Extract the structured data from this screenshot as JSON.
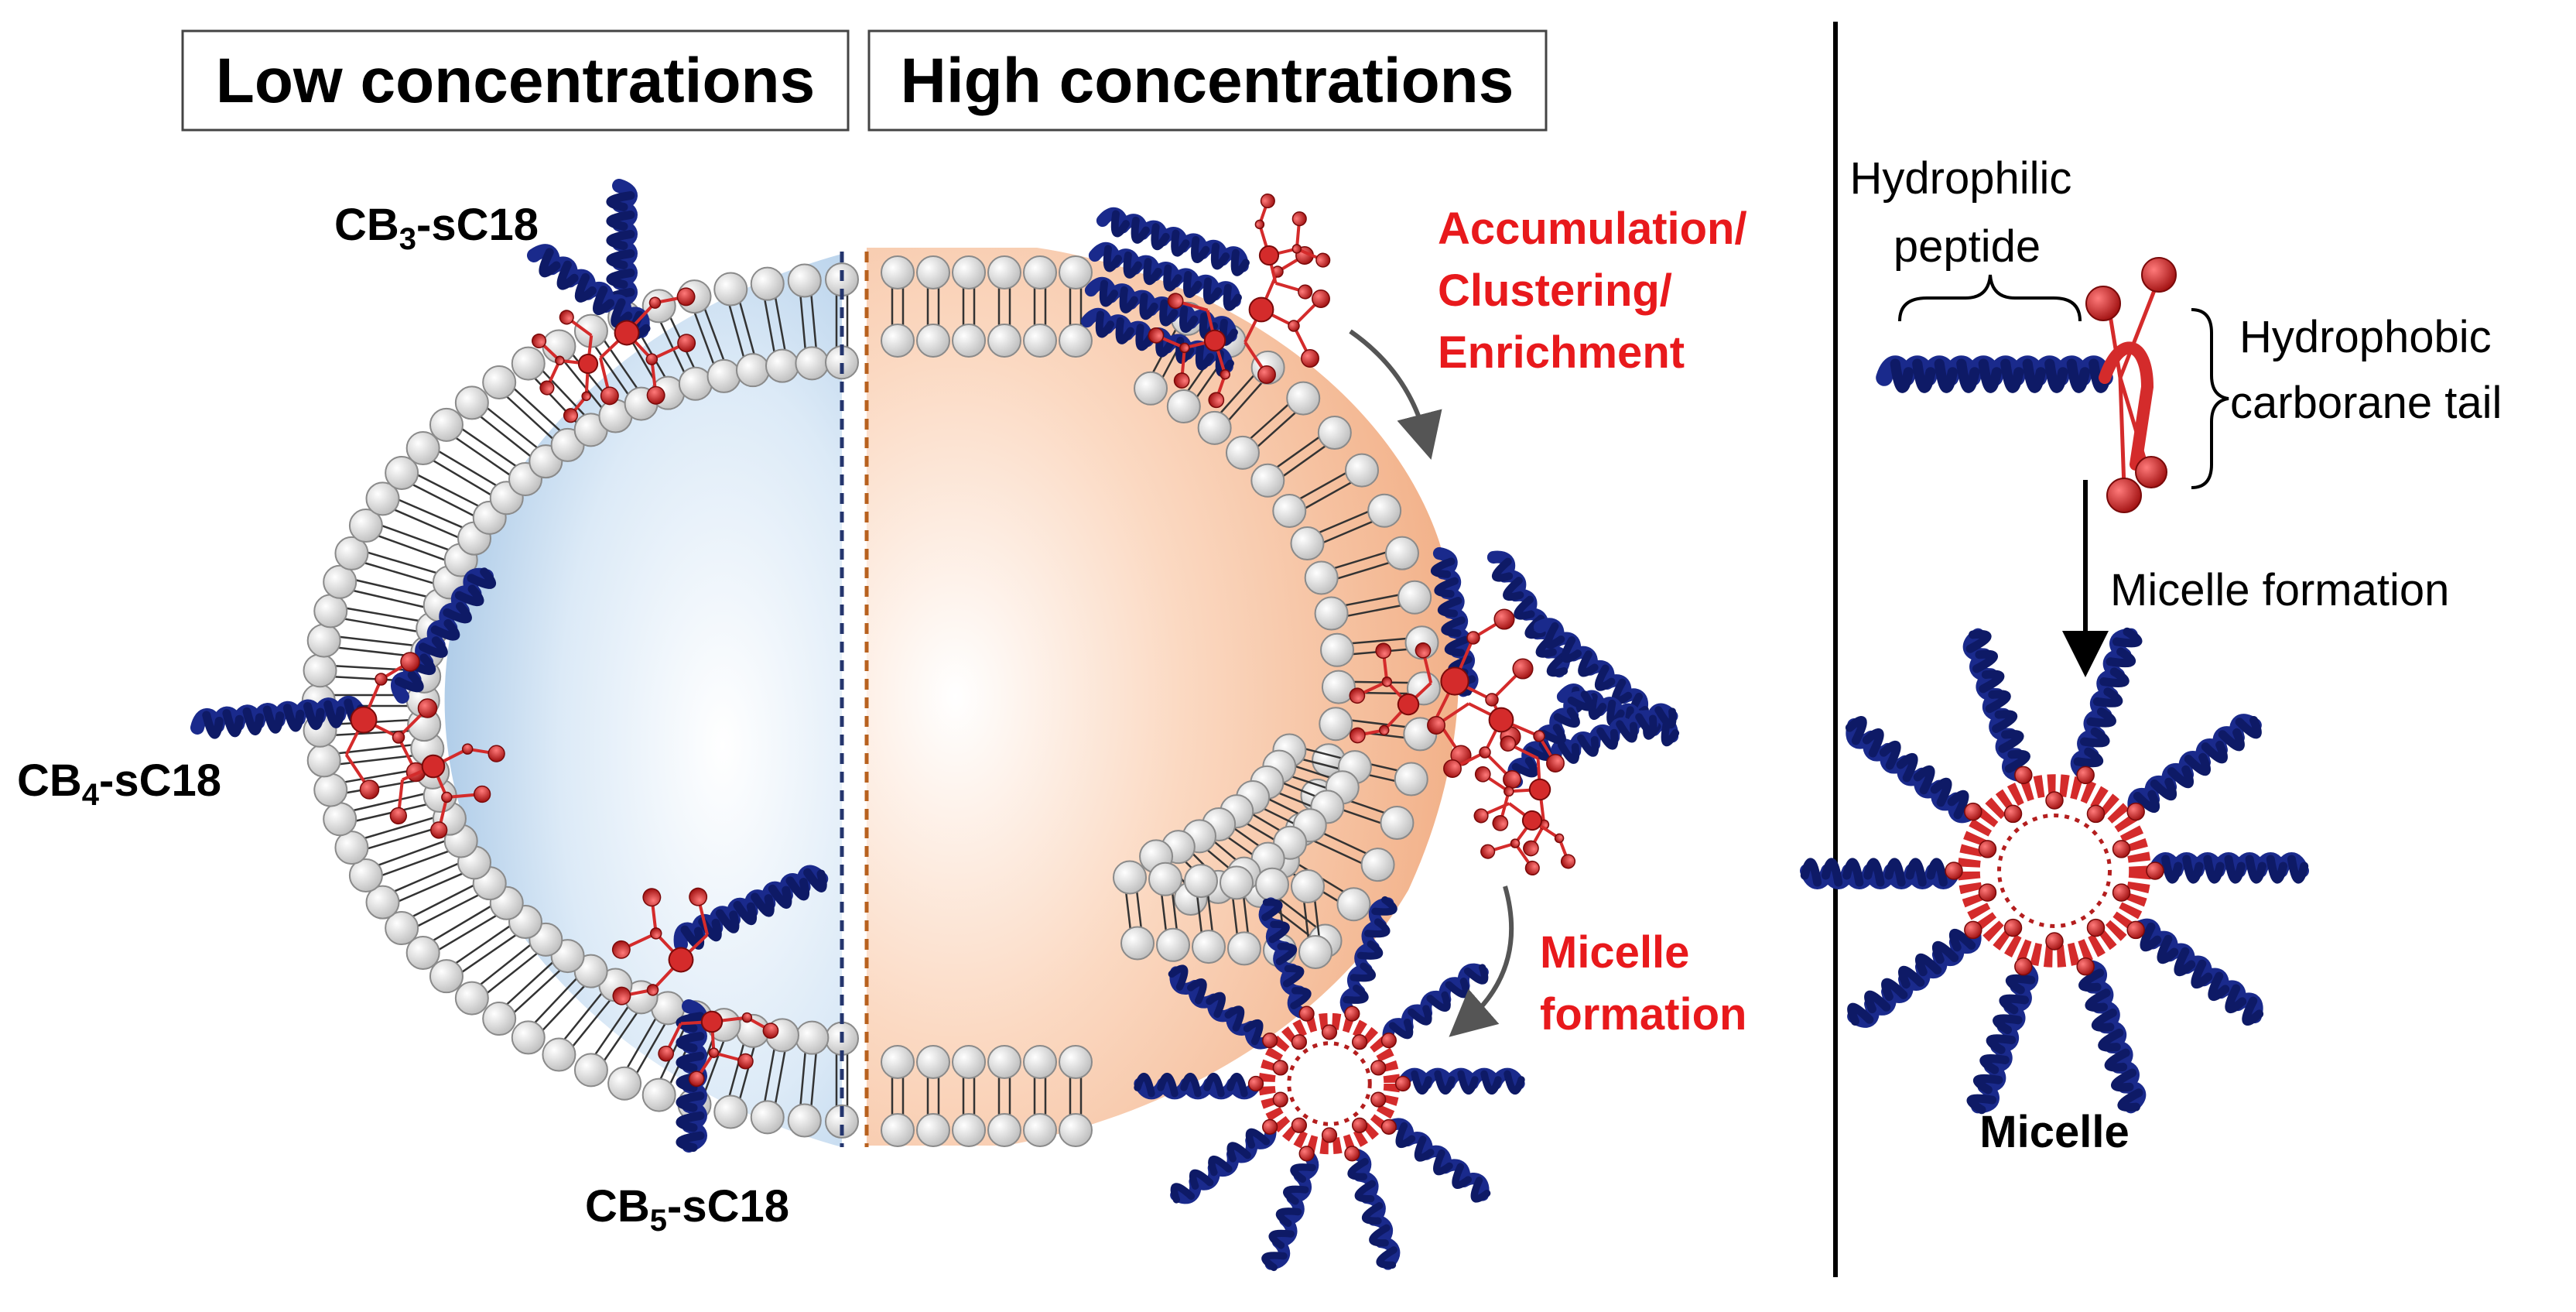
{
  "panels": {
    "low_title": "Low concentrations",
    "high_title": "High concentrations"
  },
  "peptides": {
    "cb3": {
      "prefix": "CB",
      "sub": "3",
      "suffix": "-sC18"
    },
    "cb4": {
      "prefix": "CB",
      "sub": "4",
      "suffix": "-sC18"
    },
    "cb5": {
      "prefix": "CB",
      "sub": "5",
      "suffix": "-sC18"
    }
  },
  "process": {
    "step1": [
      "Accumulation/",
      "Clustering/",
      "Enrichment"
    ],
    "step2": [
      "Micelle",
      "formation"
    ]
  },
  "schematic": {
    "hydrophilic": [
      "Hydrophilic",
      "peptide"
    ],
    "hydrophobic": [
      "Hydrophobic",
      "carborane tail"
    ],
    "arrow_label": "Micelle formation",
    "result_label": "Micelle"
  },
  "colors": {
    "accent_red": "#e8191c",
    "helix_blue": "#1a2a8c",
    "carborane_red": "#d42b2b",
    "low_vesicle": "#b9d4ec",
    "high_vesicle": "#f6bf9b",
    "lipid_head": "#e6e6e6"
  }
}
